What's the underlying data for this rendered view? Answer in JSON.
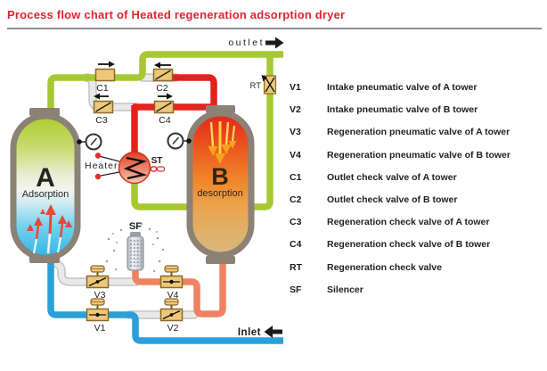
{
  "title": "Process flow chart of Heated regeneration adsorption dryer",
  "diagram": {
    "outlet_label": "outlet",
    "inlet_label": "Inlet",
    "tower_a": {
      "letter": "A",
      "caption": "Adsorption"
    },
    "tower_b": {
      "letter": "B",
      "caption": "desorption"
    },
    "heater_label": "Heater",
    "st_label": "ST",
    "sf_label": "SF",
    "valves": {
      "v1": "V1",
      "v2": "V2",
      "v3": "V3",
      "v4": "V4",
      "c1": "C1",
      "c2": "C2",
      "c3": "C3",
      "c4": "C4",
      "rt": "RT"
    }
  },
  "legend": {
    "items": [
      {
        "key": "V1",
        "desc": "Intake pneumatic valve of A tower"
      },
      {
        "key": "V2",
        "desc": "Intake pneumatic valve of B tower"
      },
      {
        "key": "V3",
        "desc": "Regeneration pneumatic valve of A tower"
      },
      {
        "key": "V4",
        "desc": "Regeneration pneumatic valve of B tower"
      },
      {
        "key": "C1",
        "desc": "Outlet check valve of A tower"
      },
      {
        "key": "C2",
        "desc": "Outlet check valve of B tower"
      },
      {
        "key": "C3",
        "desc": "Regeneration check valve of A tower"
      },
      {
        "key": "C4",
        "desc": "Regeneration check valve of B tower"
      },
      {
        "key": "RT",
        "desc": "Regeneration check valve"
      },
      {
        "key": "SF",
        "desc": "Silencer"
      }
    ]
  },
  "colors": {
    "title_red": "#e2242d",
    "pipe_green": "#a6c833",
    "pipe_red": "#e3221e",
    "pipe_orange": "#ef8262",
    "pipe_blue": "#2a9fd8",
    "pipe_inactive": "#dcdcdc",
    "valve_body": "#eec878",
    "valve_border": "#8a6a2a",
    "tower_border": "#8b8175",
    "tower_a_top": "#aecb2e",
    "tower_a_bottom": "#2fb6e6",
    "tower_b_top": "#e3251c",
    "tower_b_bottom": "#d8b87e",
    "arrow_black": "#1a1a1a"
  }
}
